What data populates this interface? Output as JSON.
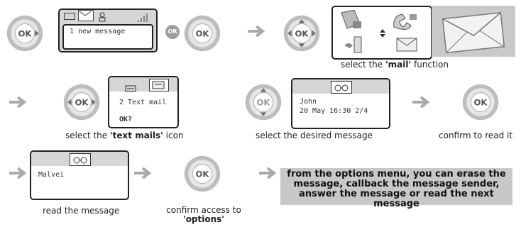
{
  "step1": {
    "screen_text": "1 new message",
    "or_badge": "OR"
  },
  "step2": {
    "caption_before": "select the ",
    "caption_bold": "'mail'",
    "caption_after": " function"
  },
  "step3": {
    "line1": "2 Text mail",
    "line2": "OK?",
    "caption_before": "select the ",
    "caption_bold": "'text mails'",
    "caption_after": " icon"
  },
  "step4": {
    "line1": "John",
    "line2": "20 May 16:30 2/4",
    "caption": "select the desired message"
  },
  "step5": {
    "caption": "confirm to read it"
  },
  "step6": {
    "line1": "Malvei",
    "caption": "read the message"
  },
  "step7": {
    "caption_line1": "confirm access to",
    "caption_bold": "'options'"
  },
  "info": {
    "text": "from the options menu, you can erase the message, callback the message sender, answer the message or read the next message"
  },
  "ok_label": "OK"
}
